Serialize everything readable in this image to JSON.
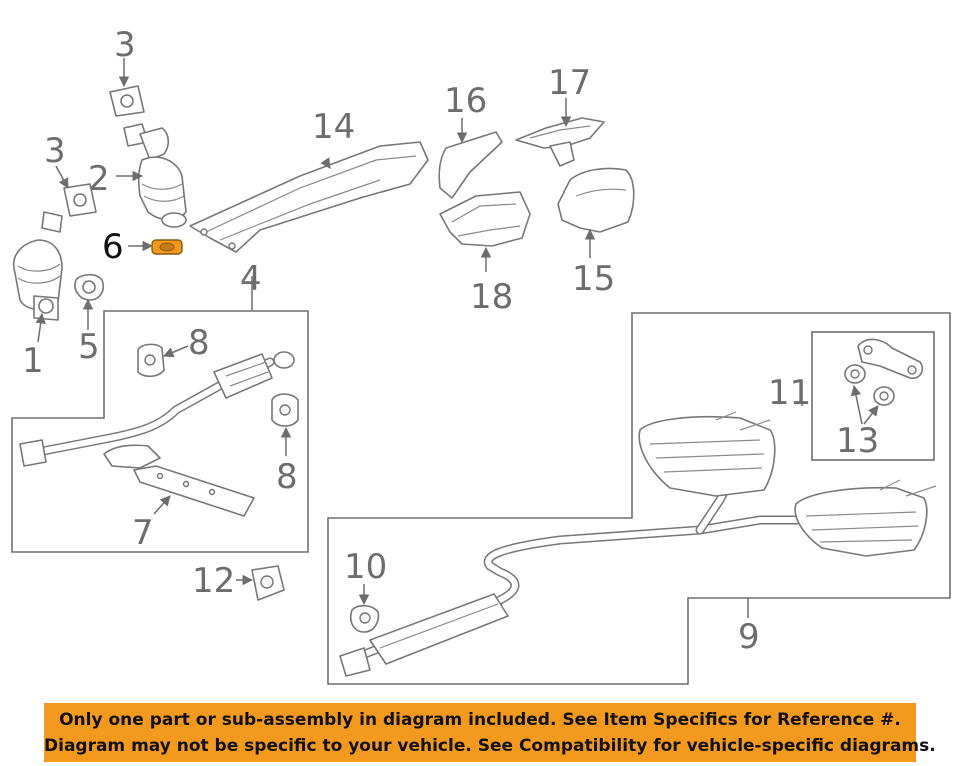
{
  "callouts": {
    "c1": "1",
    "c2": "2",
    "c3a": "3",
    "c3b": "3",
    "c4": "4",
    "c5": "5",
    "c6": "6",
    "c7": "7",
    "c8a": "8",
    "c8b": "8",
    "c9": "9",
    "c10": "10",
    "c11": "11",
    "c12": "12",
    "c13": "13",
    "c14": "14",
    "c15": "15",
    "c16": "16",
    "c17": "17",
    "c18": "18"
  },
  "highlight": {
    "part": "6",
    "color": "#f39a1e"
  },
  "notice": {
    "line1": "Only one part or sub-assembly in diagram included. See Item Specifics for Reference #.",
    "line2": "Diagram may not be specific to your vehicle. See Compatibility for vehicle-specific diagrams.",
    "background": "#f39a1e"
  }
}
